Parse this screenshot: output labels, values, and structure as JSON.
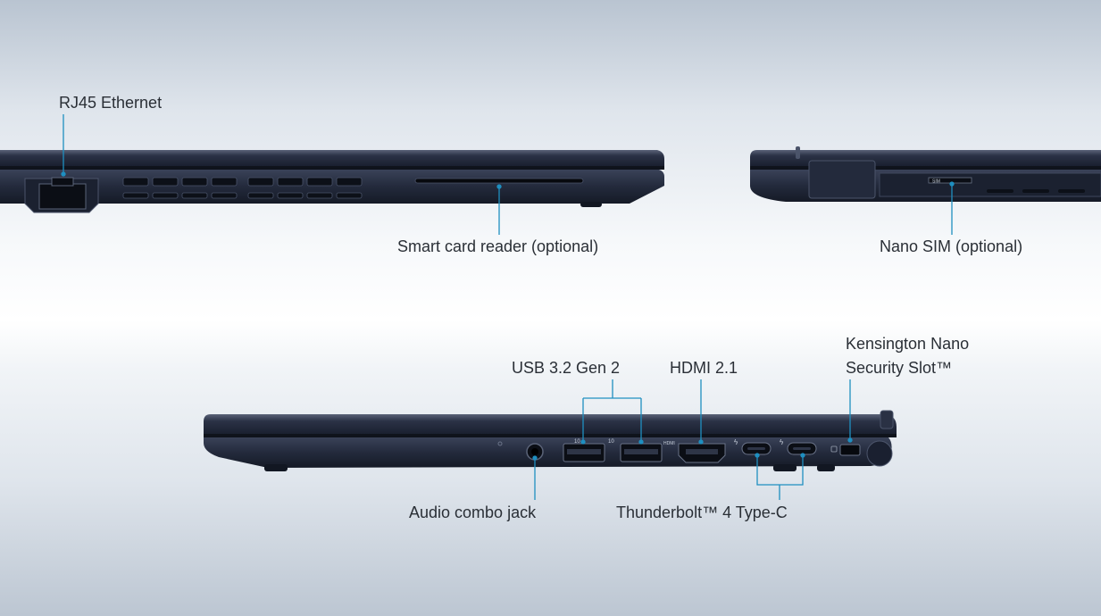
{
  "colors": {
    "callout_line": "#1f8fc0",
    "laptop_body": "#1e2536",
    "laptop_edge": "#3a4256",
    "text": "#2a2f36"
  },
  "labels": {
    "rj45": "RJ45 Ethernet",
    "smart_card": "Smart card reader (optional)",
    "nano_sim": "Nano SIM (optional)",
    "usb": "USB 3.2 Gen 2",
    "hdmi": "HDMI 2.1",
    "kensington_line1": "Kensington Nano",
    "kensington_line2": "Security Slot™",
    "audio": "Audio combo jack",
    "thunderbolt": "Thunderbolt™ 4 Type-C"
  },
  "port_marks": {
    "sim_tray": "SIM",
    "hdmi_icon": "HDMI",
    "usb_speed_a": "10",
    "usb_speed_b": "10"
  }
}
